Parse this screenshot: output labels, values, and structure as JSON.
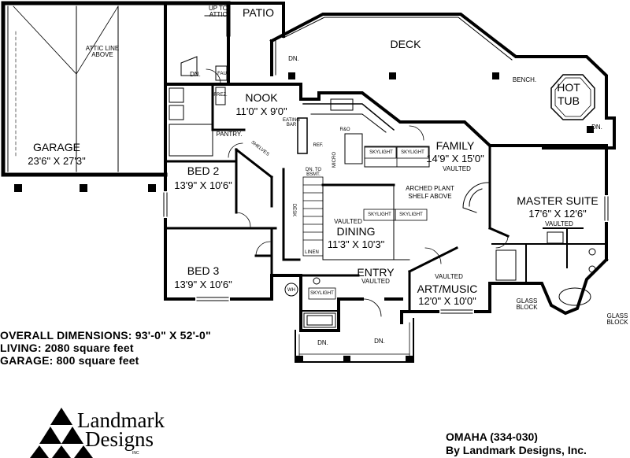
{
  "rooms": {
    "garage": {
      "name": "GARAGE",
      "dims": "23'6\" X 27'3\"",
      "note": "ATTIC LINE ABOVE"
    },
    "patio": {
      "name": "PATIO"
    },
    "deck": {
      "name": "DECK"
    },
    "hot_tub": {
      "name": "HOT TUB"
    },
    "nook": {
      "name": "NOOK",
      "dims": "11'0\" X 9'0\""
    },
    "family": {
      "name": "FAMILY",
      "dims": "14'9\" X 15'0\"",
      "note": "VAULTED"
    },
    "bed2": {
      "name": "BED 2",
      "dims": "13'9\" X 10'6\""
    },
    "bed3": {
      "name": "BED 3",
      "dims": "13'9\" X 10'6\""
    },
    "dining": {
      "name": "DINING",
      "dims": "11'3\" X 10'3\"",
      "note": "VAULTED"
    },
    "master": {
      "name": "MASTER SUITE",
      "dims": "17'6\" X 12'6\"",
      "note": "VAULTED"
    },
    "entry": {
      "name": "ENTRY",
      "note": "VAULTED"
    },
    "art": {
      "name": "ART/MUSIC",
      "dims": "12'0\" X 10'0\"",
      "note": "VAULTED"
    }
  },
  "annotations": {
    "up_to_attic": "UP TO ATTIC",
    "dn": "DN.",
    "bench": "BENCH.",
    "pantry": "PANTRY.",
    "shelves": "SHELVES",
    "eating_bar": "EATING BAR",
    "ref": "REF.",
    "micro": "MICRO",
    "rao": "R&O",
    "skylight": "SKYLIGHT",
    "dn_to_bsmt": "DN. TO BSMT.",
    "arched_plant_shelf": "ARCHED PLANT SHELF ABOVE",
    "linen": "LINEN",
    "glass_block": "GLASS BLOCK",
    "wh": "WH",
    "frez": "FREZ.",
    "fau": "FAU",
    "desk": "DESK"
  },
  "summary": {
    "overall": "OVERALL DIMENSIONS: 93'-0\" X 52'-0\"",
    "living": "LIVING: 2080 square feet",
    "garage": "GARAGE: 800 square feet"
  },
  "credit": {
    "plan_name": "OMAHA (334-030)",
    "by": "By Landmark Designs, Inc."
  },
  "logo": {
    "line1": "Landmark",
    "line2": "Designs",
    "inc": "INC"
  }
}
